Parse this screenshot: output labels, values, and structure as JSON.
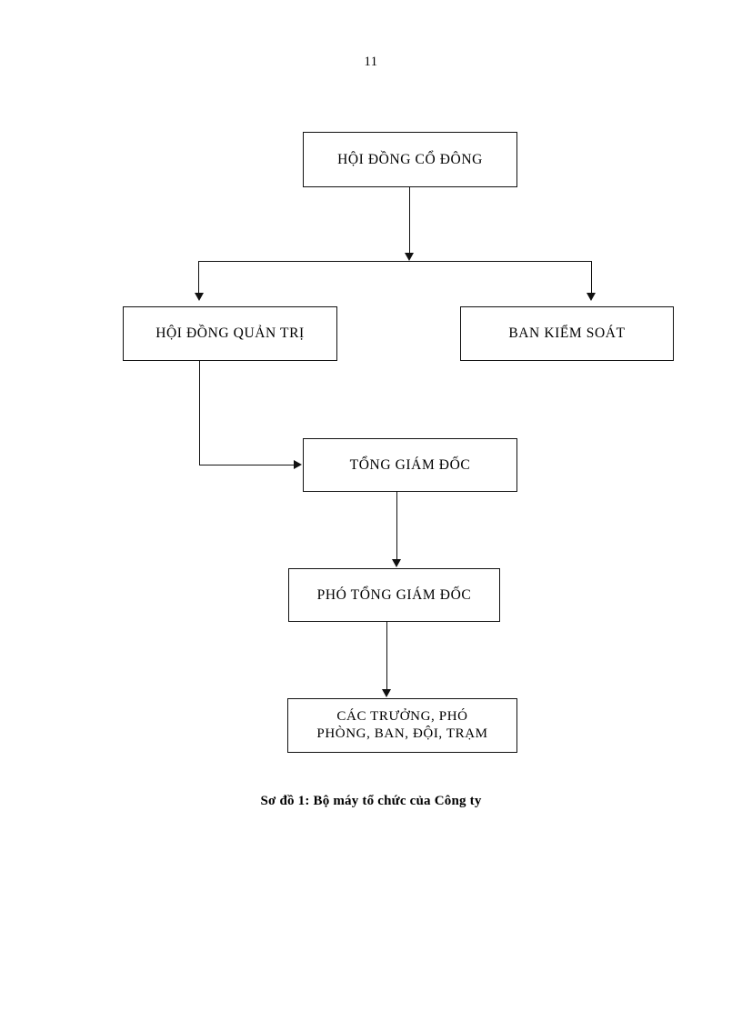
{
  "page": {
    "number": "11"
  },
  "chart_data": {
    "type": "diagram",
    "title": "Sơ đồ 1: Bộ máy tổ chức của Công ty",
    "nodes": [
      {
        "id": "hdcd",
        "label": "HỘI ĐỒNG CỔ ĐÔNG",
        "level": 1
      },
      {
        "id": "hdqt",
        "label": "HỘI ĐỒNG QUẢN TRỊ",
        "level": 2
      },
      {
        "id": "bks",
        "label": "BAN KIỂM SOÁT",
        "level": 2
      },
      {
        "id": "tgd",
        "label": "TỔNG GIÁM ĐỐC",
        "level": 3
      },
      {
        "id": "ptgd",
        "label": "PHÓ TỔNG GIÁM ĐỐC",
        "level": 4
      },
      {
        "id": "truong",
        "label": "CÁC TRƯỞNG, PHÓ\nPHÒNG, BAN, ĐỘI, TRẠM",
        "level": 5
      }
    ],
    "edges": [
      {
        "from": "hdcd",
        "to": "hdqt",
        "style": "orthogonal-arrow"
      },
      {
        "from": "hdcd",
        "to": "bks",
        "style": "orthogonal-arrow"
      },
      {
        "from": "hdqt",
        "to": "tgd",
        "style": "elbow-arrow"
      },
      {
        "from": "tgd",
        "to": "ptgd",
        "style": "straight-arrow"
      },
      {
        "from": "ptgd",
        "to": "truong",
        "style": "straight-arrow"
      }
    ],
    "colors": {
      "line": "#111111",
      "box_fill": "#ffffff",
      "text": "#000000"
    }
  },
  "caption": {
    "text": "Sơ đồ 1: Bộ máy tổ chức của Công ty"
  }
}
